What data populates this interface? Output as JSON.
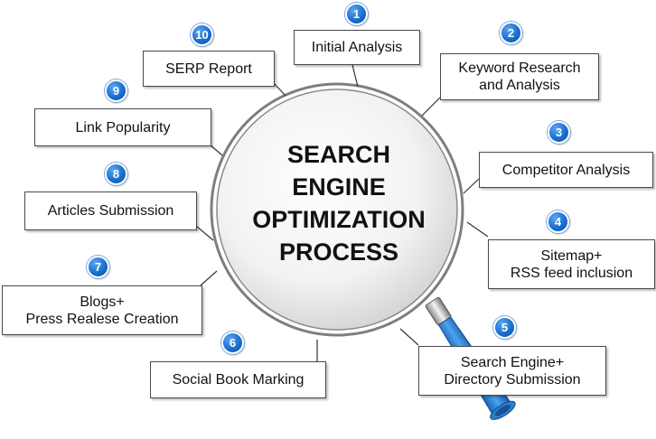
{
  "center": {
    "title": "SEARCH\nENGINE\nOPTIMIZATION\nPROCESS"
  },
  "steps": [
    {
      "number": "1",
      "label": "Initial Analysis"
    },
    {
      "number": "2",
      "label": "Keyword Research\nand Analysis"
    },
    {
      "number": "3",
      "label": "Competitor Analysis"
    },
    {
      "number": "4",
      "label": "Sitemap+\nRSS feed inclusion"
    },
    {
      "number": "5",
      "label": "Search Engine+\nDirectory Submission"
    },
    {
      "number": "6",
      "label": "Social Book Marking"
    },
    {
      "number": "7",
      "label": "Blogs+\nPress Realese Creation"
    },
    {
      "number": "8",
      "label": "Articles Submission"
    },
    {
      "number": "9",
      "label": "Link Popularity"
    },
    {
      "number": "10",
      "label": "SERP Report"
    }
  ],
  "colors": {
    "badge": "#1a6fd0",
    "lens_ring": "#7e7e7e",
    "handle": "#2b86d6"
  },
  "icons": [
    "magnifying-glass-icon"
  ]
}
